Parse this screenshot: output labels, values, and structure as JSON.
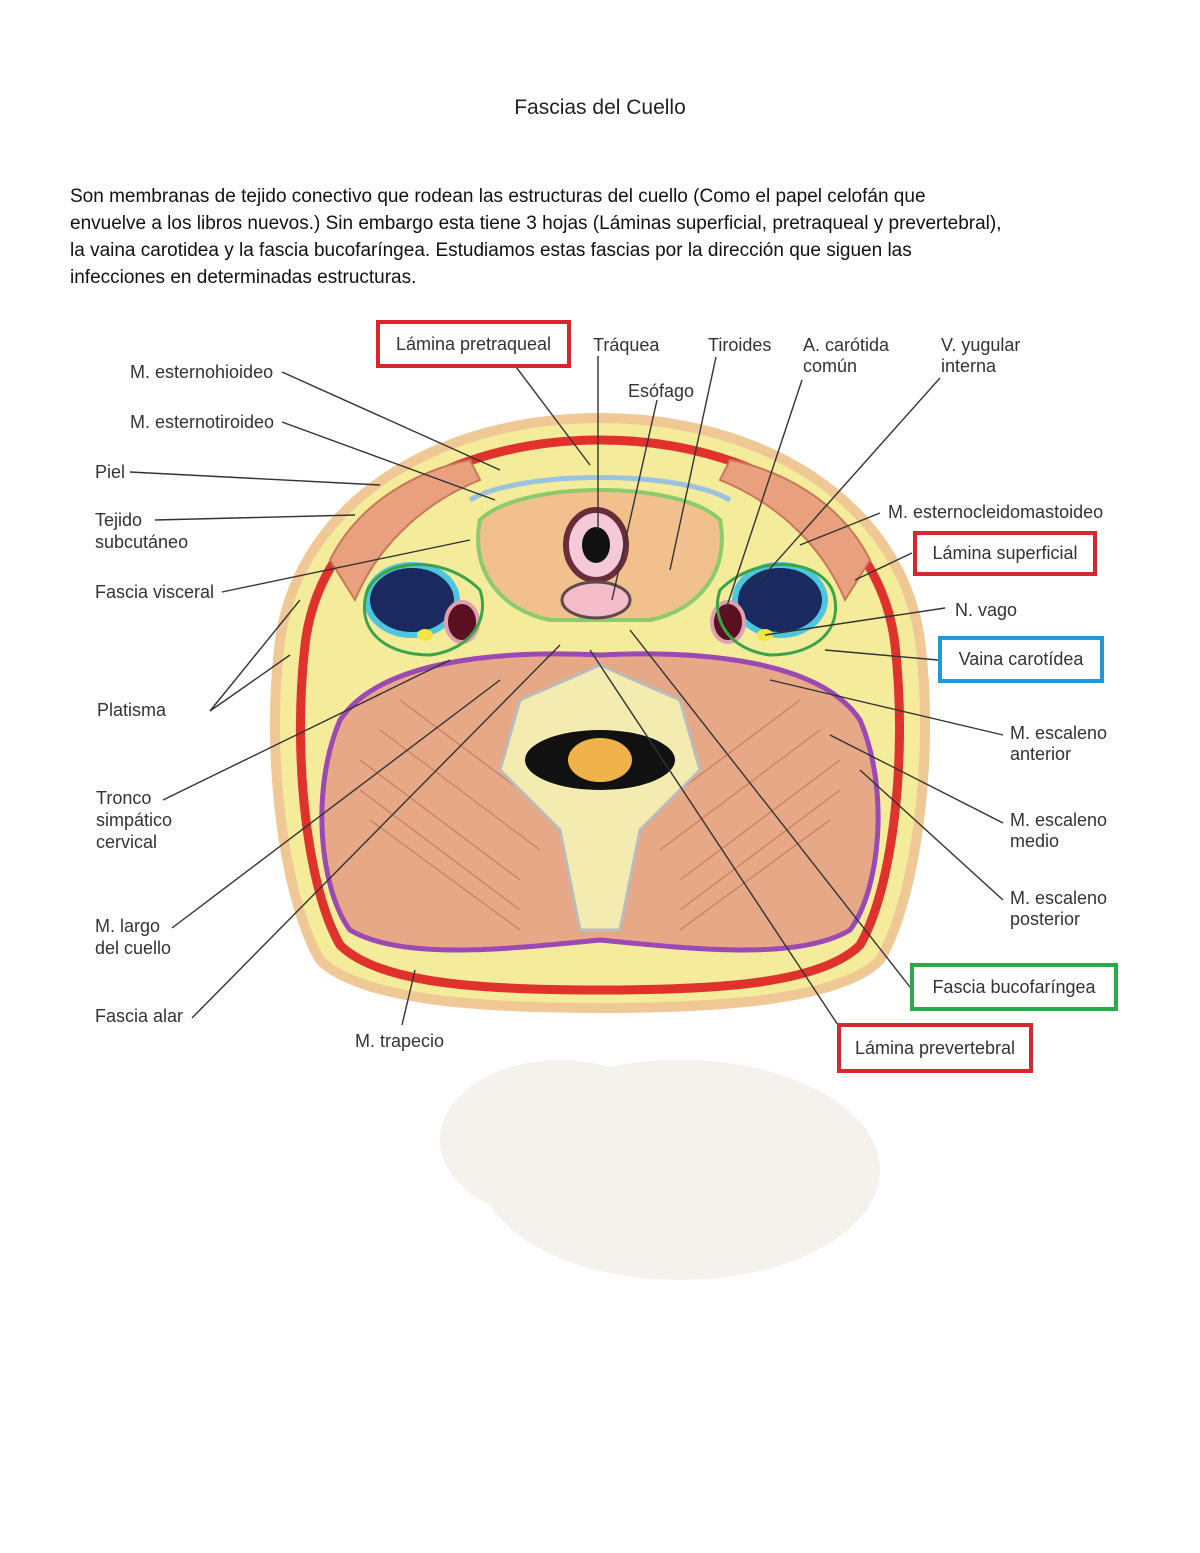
{
  "document": {
    "title": "Fascias del Cuello",
    "intro_lines": [
      "Son membranas de tejido conectivo que rodean las estructuras del cuello (Como el papel celofán que",
      "envuelve a los libros nuevos.) Sin embargo esta tiene 3 hojas (Láminas superficial, pretraqueal y prevertebral),",
      "la vaina carotidea y la fascia bucofaríngea. Estudiamos estas fascias por la dirección que siguen las",
      "infecciones en determinadas estructuras."
    ]
  },
  "figure": {
    "labels": {
      "esternohioideo": "M. esternohioideo",
      "esternotiroideo": "M. esternotiroideo",
      "piel": "Piel",
      "tejido_1": "Tejido",
      "tejido_2": "subcutáneo",
      "fascia_visceral": "Fascia visceral",
      "platisma": "Platisma",
      "tronco_1": "Tronco",
      "tronco_2": "simpático",
      "tronco_3": "cervical",
      "largo_1": "M. largo",
      "largo_2": "del cuello",
      "fascia_alar": "Fascia alar",
      "trapecio": "M. trapecio",
      "traquea": "Tráquea",
      "esofago": "Esófago",
      "tiroides": "Tiroides",
      "carotida_1": "A. carótida",
      "carotida_2": "común",
      "yugular_1": "V. yugular",
      "yugular_2": "interna",
      "ecm": "M. esternocleidomastoideo",
      "vago": "N. vago",
      "esc_ant_1": "M. escaleno",
      "esc_ant_2": "anterior",
      "esc_med_1": "M. escaleno",
      "esc_med_2": "medio",
      "esc_post_1": "M. escaleno",
      "esc_post_2": "posterior"
    },
    "boxed_labels": {
      "lamina_pretraqueal": "Lámina pretraqueal",
      "lamina_superficial": "Lámina superficial",
      "vaina_carotidea": "Vaina carotídea",
      "fascia_bucofaringea": "Fascia bucofaríngea",
      "lamina_prevertebral": "Lámina prevertebral"
    },
    "colors": {
      "red_box": "#d7262d",
      "blue_box": "#1f9ad6",
      "green_box": "#2fa84a"
    }
  }
}
